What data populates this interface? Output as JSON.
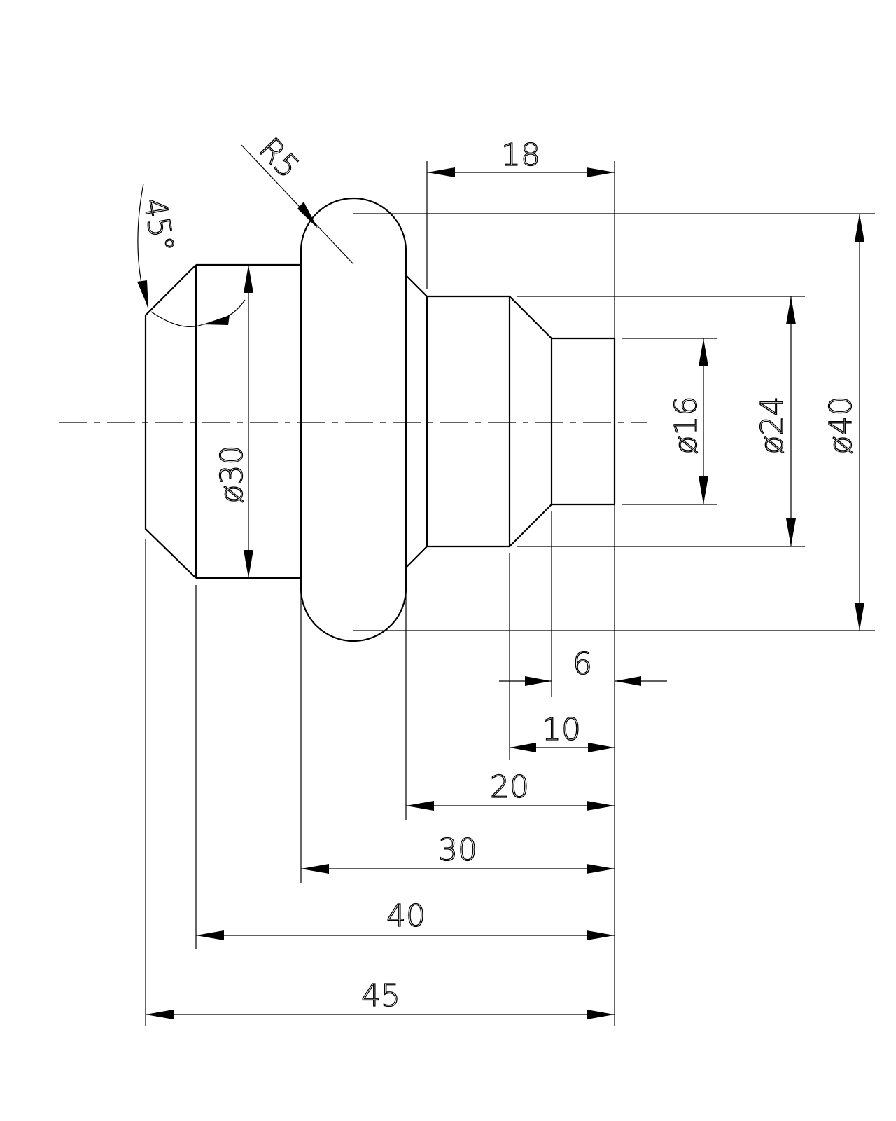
{
  "drawing": {
    "dimensions": {
      "angle_chamfer": "45°",
      "radius": "R5",
      "len_18": "18",
      "len_6": "6",
      "len_10": "10",
      "len_20": "20",
      "len_30": "30",
      "len_40": "40",
      "len_45": "45",
      "dia_30": "ø30",
      "dia_16": "ø16",
      "dia_24": "ø24",
      "dia_40": "ø40"
    }
  }
}
